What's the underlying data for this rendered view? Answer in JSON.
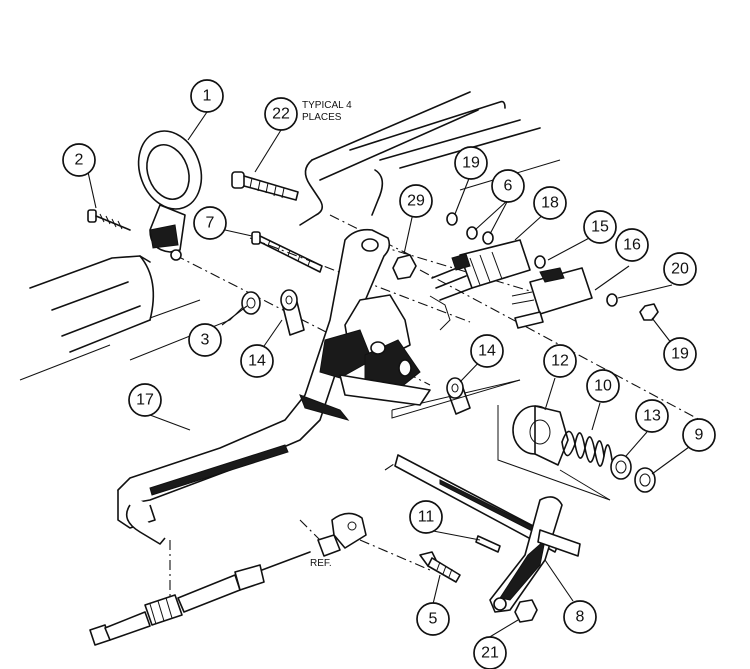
{
  "callouts": {
    "c1": "1",
    "c2": "2",
    "c3": "3",
    "c5": "5",
    "c6": "6",
    "c7": "7",
    "c8": "8",
    "c9": "9",
    "c10": "10",
    "c11": "11",
    "c12": "12",
    "c13": "13",
    "c14a": "14",
    "c14b": "14",
    "c15": "15",
    "c16": "16",
    "c17": "17",
    "c18": "18",
    "c19a": "19",
    "c19b": "19",
    "c20": "20",
    "c21": "21",
    "c22": "22",
    "c29": "29"
  },
  "notes": {
    "typical_line1": "TYPICAL 4",
    "typical_line2": "PLACES",
    "ref": "REF."
  }
}
